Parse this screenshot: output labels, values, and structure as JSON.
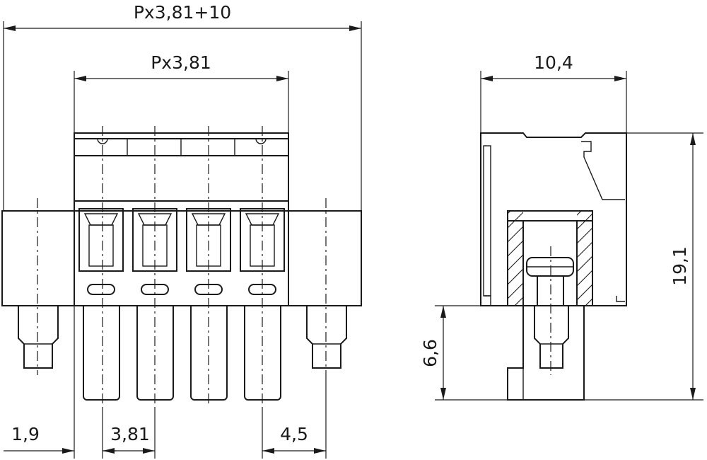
{
  "front_view": {
    "overall_width_label": "Px3,81+10",
    "pitch_span_label": "Px3,81",
    "edge_offset_label": "1,9",
    "pitch_label": "3,81",
    "flange_offset_label": "4,5"
  },
  "side_view": {
    "depth_label": "10,4",
    "height_label": "19,1",
    "pin_length_label": "6,6"
  }
}
